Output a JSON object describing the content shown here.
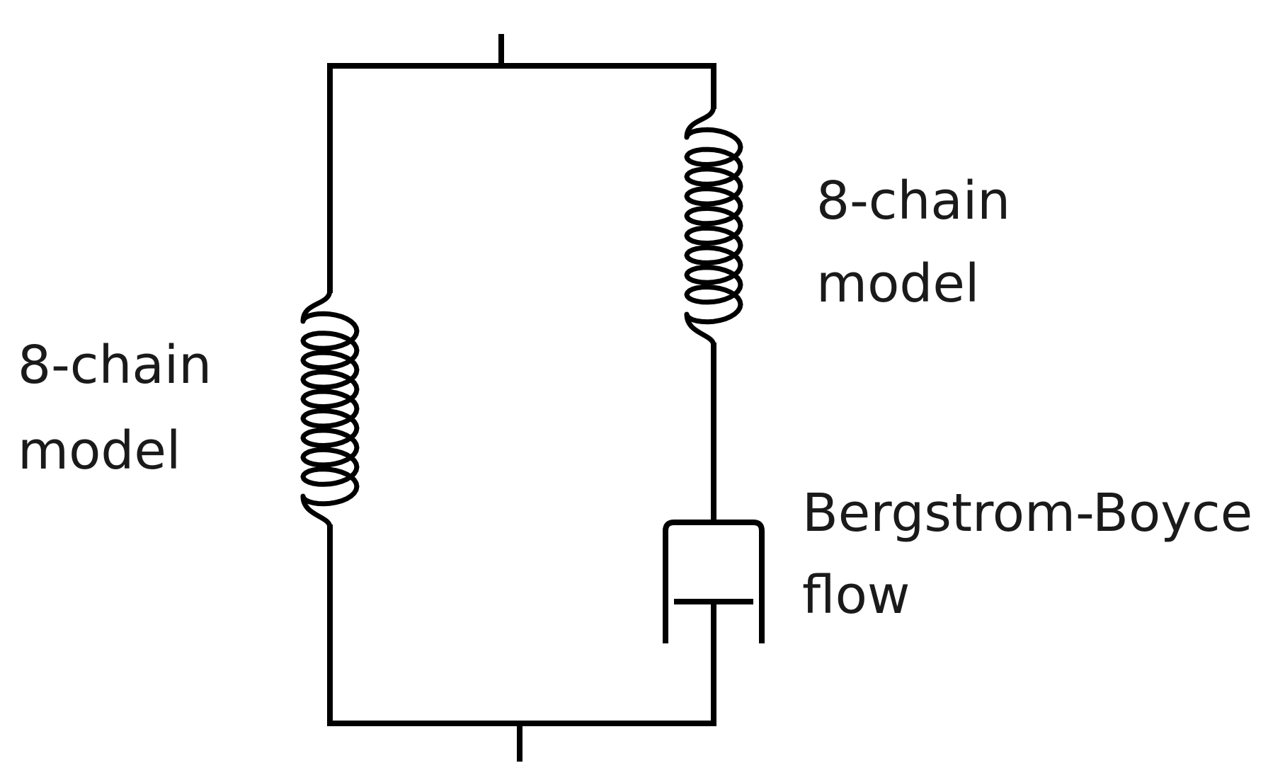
{
  "diagram": {
    "type": "rheological-network",
    "line_color": "#000000",
    "text_color": "#1a1a1a",
    "left_branch": {
      "element": "spring",
      "label_line1": "8-chain",
      "label_line2": "model"
    },
    "right_branch_spring": {
      "element": "spring",
      "label_line1": "8-chain",
      "label_line2": "model"
    },
    "right_branch_damper": {
      "element": "dashpot",
      "label_line1": "Bergstrom-Boyce",
      "label_line2": "flow"
    }
  }
}
